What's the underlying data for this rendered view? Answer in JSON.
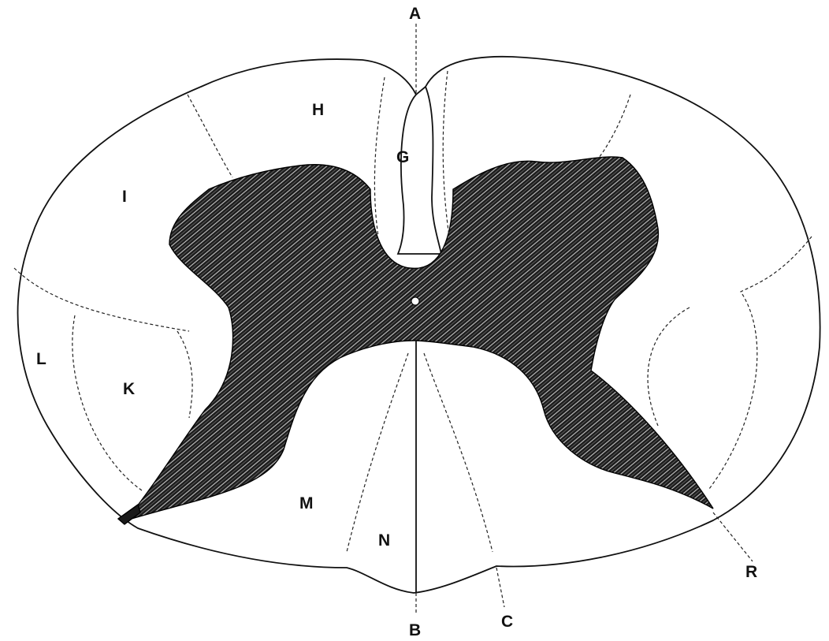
{
  "labels": {
    "A": "A",
    "B": "B",
    "C": "C",
    "G": "G",
    "H": "H",
    "I": "I",
    "K": "K",
    "L": "L",
    "M": "M",
    "N": "N",
    "R": "R"
  },
  "colors": {
    "ink": "#111111",
    "paper": "#ffffff",
    "grey_matter": "#1a1a1a"
  }
}
